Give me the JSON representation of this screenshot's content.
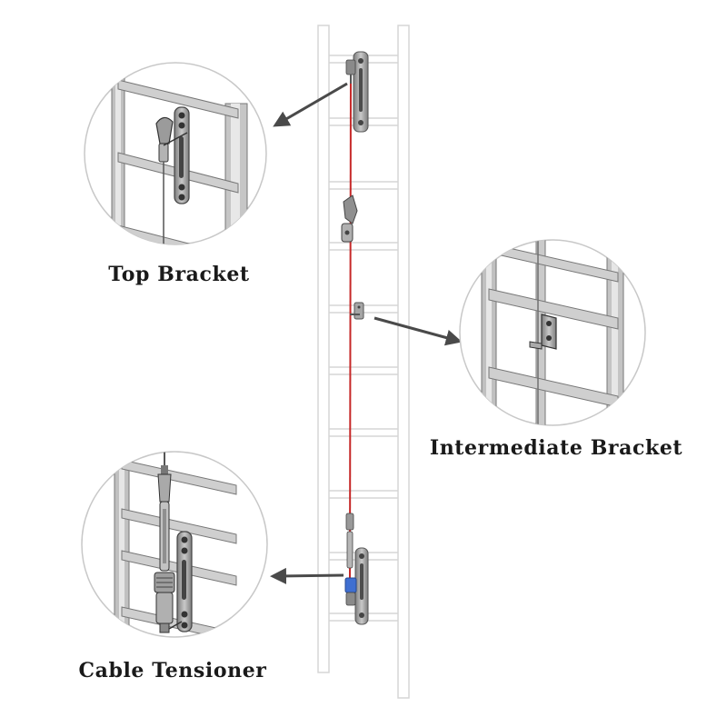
{
  "labels": {
    "top_bracket": "Top Bracket",
    "intermediate_bracket": "Intermediate Bracket",
    "cable_tensioner": "Cable Tensioner"
  },
  "colors": {
    "background": "#ffffff",
    "ladder": "#ffffff",
    "ladder_outline": "#d6d6d6",
    "cable": "#c62828",
    "metal": "#9a9a9a",
    "metal_dark": "#5a5a5a",
    "arrow": "#4a4a4a",
    "detail_bg": "#f4f4f4",
    "detail_rail": "#b3b3b3",
    "tensioner_accent": "#3f6fd1",
    "label_text": "#1a1a1a"
  },
  "icons": {
    "arrows": "callout-arrow",
    "details": "zoom-detail-circle"
  }
}
